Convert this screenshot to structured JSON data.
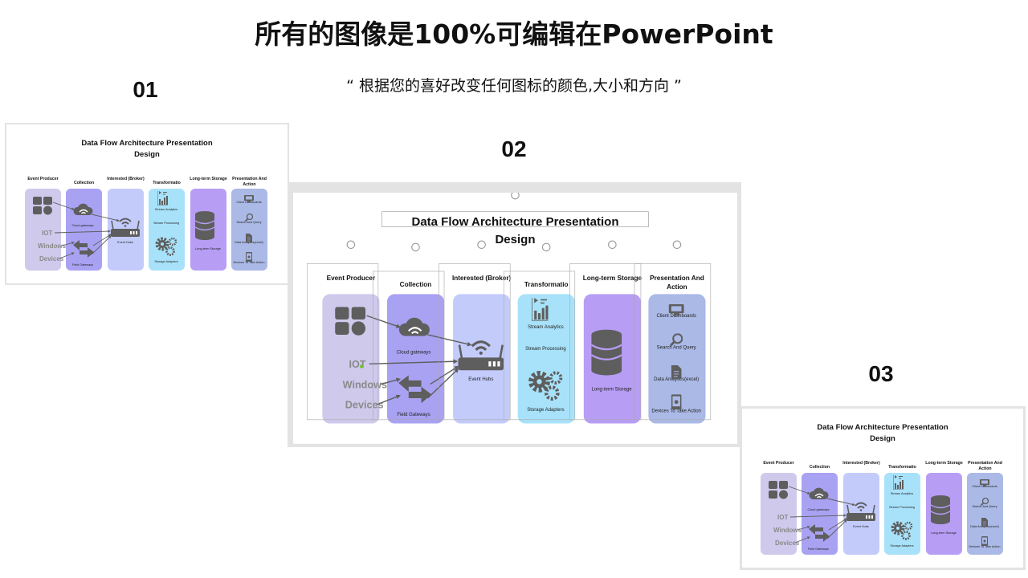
{
  "header": {
    "title": "所有的图像是100%可编辑在PowerPoint",
    "subtitle": "“ 根据您的喜好改变任何图标的颜色,大小和方向 ”"
  },
  "slides": [
    {
      "number": "01"
    },
    {
      "number": "02"
    },
    {
      "number": "03"
    }
  ],
  "diagram": {
    "title_line1": "Data Flow Architecture Presentation",
    "title_line2": "Design",
    "columns": [
      {
        "header": "Event Producer",
        "color": "#cfc9ec",
        "items": [
          "IOT",
          "Windows",
          "Devices"
        ]
      },
      {
        "header": "Collection",
        "color": "#a9a2f2",
        "items": [
          "Cloud gateways",
          "Field Gateways"
        ]
      },
      {
        "header": "Interested (Broker)",
        "color": "#c3cbfb",
        "items": [
          "Event Hubs"
        ]
      },
      {
        "header": "Transformatio",
        "color": "#a8e2fa",
        "items": [
          "Stream Analytics",
          "Stream Processing",
          "Storage Adapters"
        ]
      },
      {
        "header": "Long-term Storage",
        "color": "#b79df4",
        "items": [
          "Long-term Storage"
        ]
      },
      {
        "header": "Presentation And Action",
        "color": "#aab9e6",
        "items": [
          "Client Dashboards",
          "Search And Query",
          "Data Analytics(excel)",
          "Devices To Take Action"
        ]
      }
    ],
    "icons": [
      "apps-grid-icon",
      "cloud-wifi-icon",
      "exchange-arrows-icon",
      "router-icon",
      "bar-chart-icon",
      "gears-icon",
      "database-icon",
      "monitor-icon",
      "search-icon",
      "document-icon",
      "phone-touch-icon"
    ],
    "icon_color": "#5e5e5e"
  }
}
